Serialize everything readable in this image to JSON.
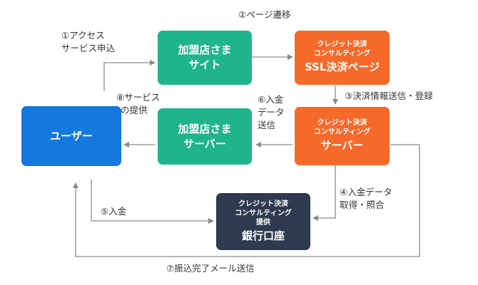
{
  "colors": {
    "user": "#1478dc",
    "member": "#1fb48c",
    "consult": "#f5692b",
    "bank": "#2e3a4e",
    "arrow": "#8a8a8a"
  },
  "nodes": {
    "user": {
      "label": "ユーザー"
    },
    "member_site": {
      "line1": "加盟店さま",
      "line2": "サイト"
    },
    "member_server": {
      "line1": "加盟店さま",
      "line2": "サーバー"
    },
    "ssl_page": {
      "line1": "クレジット決済",
      "line2": "コンサルティング",
      "line3": "SSL決済ページ"
    },
    "consult_server": {
      "line1": "クレジット決済",
      "line2": "コンサルティング",
      "line3": "サーバー"
    },
    "bank": {
      "line1": "クレジット決済",
      "line2": "コンサルティング",
      "line3": "提供",
      "line4": "銀行口座"
    }
  },
  "steps": {
    "s1": {
      "line1": "①アクセス",
      "line2": "サービス申込"
    },
    "s2": {
      "line1": "②ページ遷移"
    },
    "s3": {
      "line1": "③決済情報送信・登録"
    },
    "s4": {
      "line1": "④入金データ",
      "line2": "取得・照合"
    },
    "s5": {
      "line1": "⑤入金"
    },
    "s6": {
      "line1": "⑥入金",
      "line2": "データ",
      "line3": "送信"
    },
    "s7": {
      "line1": "⑦振込完了メール送信"
    },
    "s8": {
      "line1": "⑧サービス",
      "line2": "の提供"
    }
  }
}
